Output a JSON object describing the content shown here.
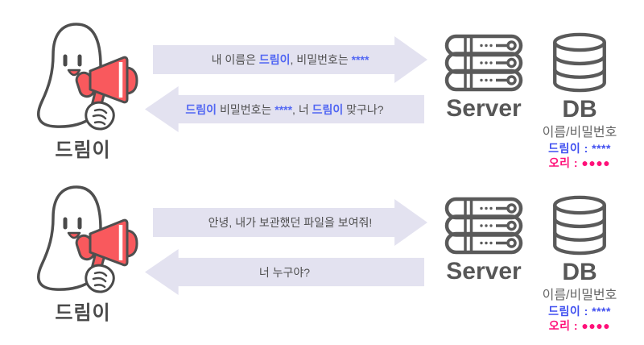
{
  "colors": {
    "highlight_blue": "#5166f3",
    "db_blue": "#4150f0",
    "db_pink": "#ff1079",
    "megaphone_red": "#f9595d",
    "arrow_fill": "#e3e2f0",
    "outline_gray": "#5a5a5a"
  },
  "icons": {
    "client-character": "ghost-with-megaphone",
    "server-icon": "server-rack",
    "database-icon": "db-cylinder"
  },
  "sections": [
    {
      "client_label": "드림이",
      "request": {
        "segments": [
          {
            "text": "내 이름은 ",
            "hl": false
          },
          {
            "text": "드림이",
            "hl": true
          },
          {
            "text": ", 비밀번호는 ",
            "hl": false
          },
          {
            "text": "****",
            "hl": true
          }
        ]
      },
      "response": {
        "segments": [
          {
            "text": "드림이",
            "hl": true
          },
          {
            "text": " 비밀번호는 ",
            "hl": false
          },
          {
            "text": "****",
            "hl": true
          },
          {
            "text": ", 너 ",
            "hl": false
          },
          {
            "text": "드림이",
            "hl": true
          },
          {
            "text": " 맞구나?",
            "hl": false
          }
        ]
      },
      "server_label": "Server",
      "db_label": "DB",
      "db_table_header": "이름/비밀번호",
      "db_rows": [
        "드림이 : ****",
        "오리 : ●●●●"
      ]
    },
    {
      "client_label": "드림이",
      "request": {
        "segments": [
          {
            "text": "안녕, 내가 보관했던 파일을 보여줘!",
            "hl": false
          }
        ]
      },
      "response": {
        "segments": [
          {
            "text": "너 누구야?",
            "hl": false
          }
        ]
      },
      "server_label": "Server",
      "db_label": "DB",
      "db_table_header": "이름/비밀번호",
      "db_rows": [
        "드림이 : ****",
        "오리 : ●●●●"
      ]
    }
  ]
}
